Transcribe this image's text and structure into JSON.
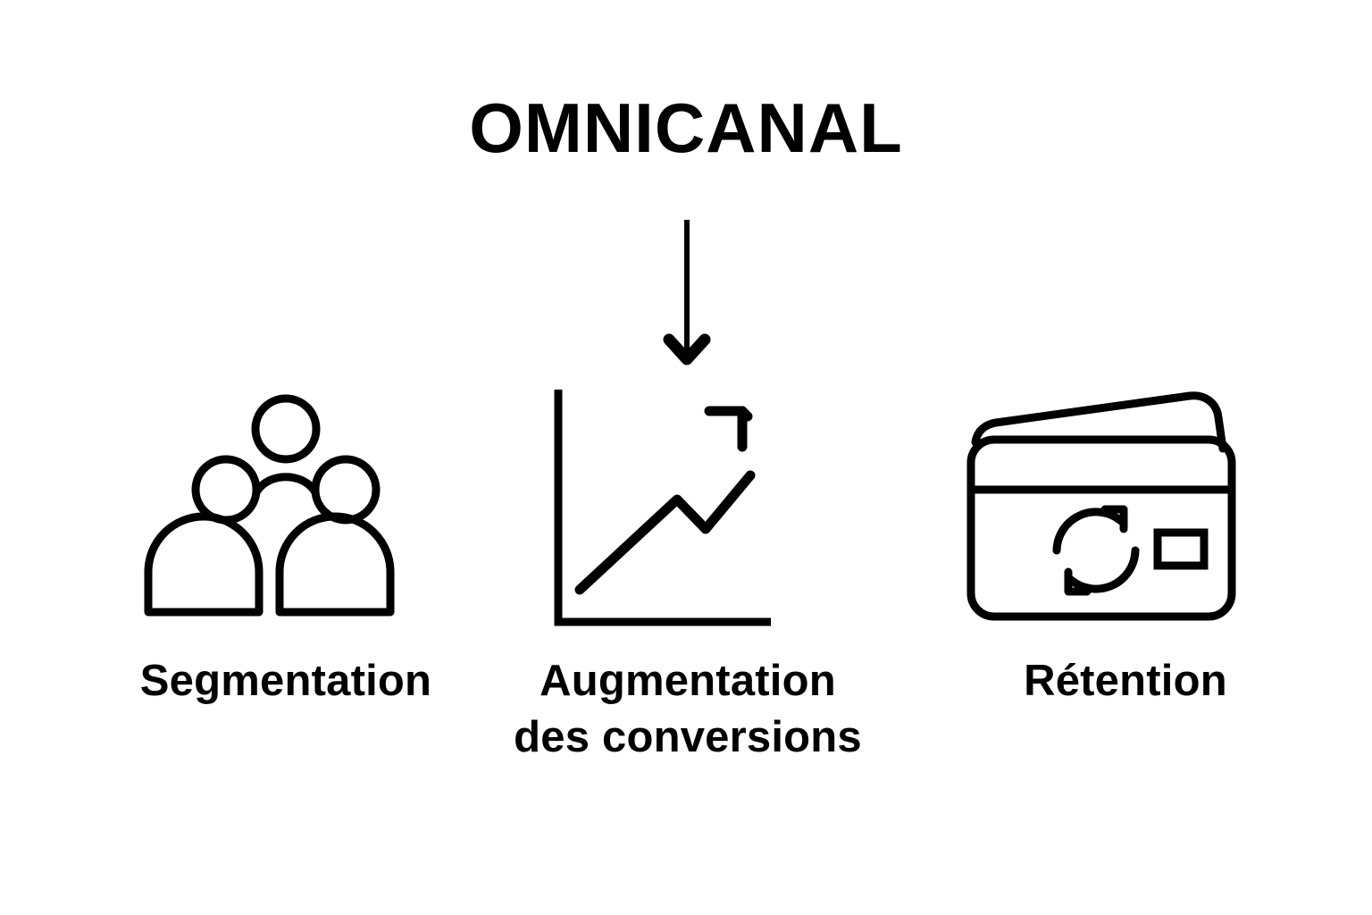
{
  "page": {
    "background_color": "#ffffff",
    "ink_color": "#000000",
    "title": "OMNICANAL"
  },
  "flow": {
    "arrow_icon": "arrow-down-icon",
    "direction": "down"
  },
  "columns": [
    {
      "id": "segmentation",
      "icon": "people-group-icon",
      "label": "Segmentation",
      "label_lines": [
        "Segmentation"
      ]
    },
    {
      "id": "conversions",
      "icon": "growth-chart-icon",
      "label": "Augmentation des conversions",
      "label_lines": [
        "Augmentation",
        "des conversions"
      ]
    },
    {
      "id": "retention",
      "icon": "credit-card-refresh-icon",
      "label": "Rétention",
      "label_lines": [
        "Rétention"
      ]
    }
  ]
}
